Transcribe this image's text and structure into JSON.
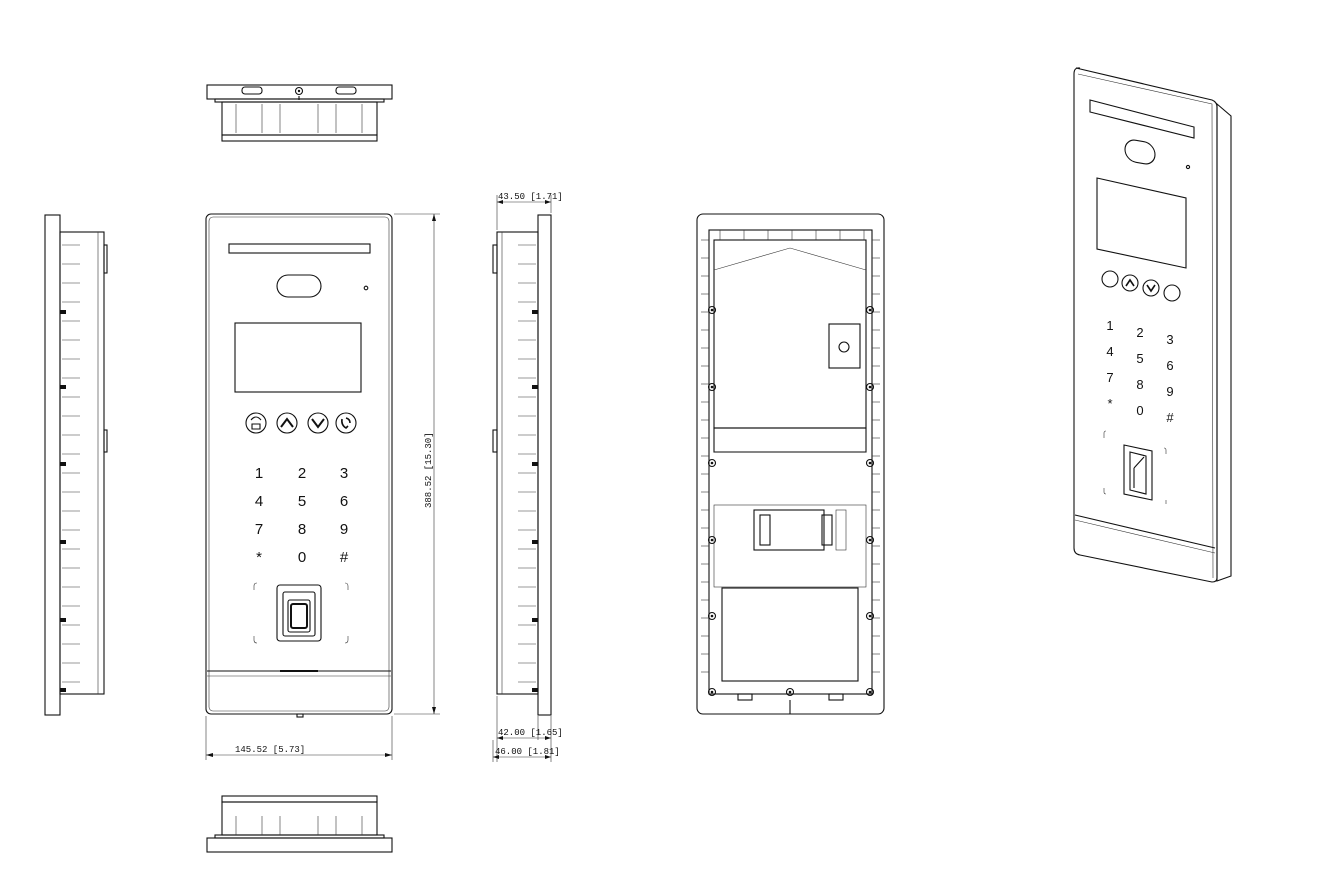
{
  "dimensions": {
    "width": "145.52 [5.73]",
    "height": "388.52 [15.30]",
    "depth_top": "43.50 [1.71]",
    "depth_mid": "42.00 [1.65]",
    "depth_total": "46.00 [1.81]"
  },
  "keypad": [
    "1",
    "2",
    "3",
    "4",
    "5",
    "6",
    "7",
    "8",
    "9",
    "*",
    "0",
    "#"
  ],
  "function_keys": [
    "unlock-icon",
    "up-arrow-icon",
    "down-arrow-icon",
    "call-icon"
  ]
}
